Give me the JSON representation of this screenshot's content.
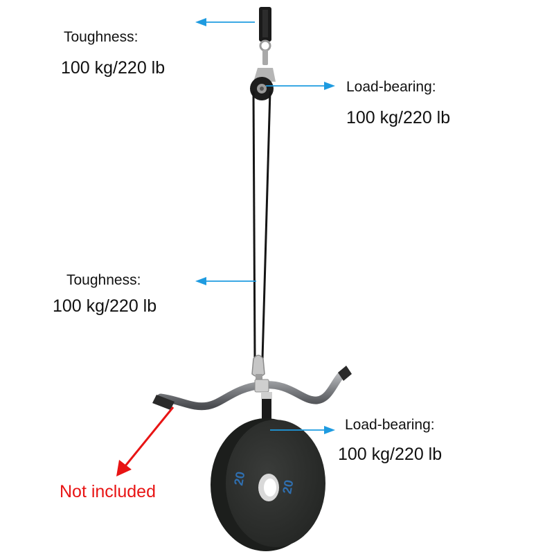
{
  "colors": {
    "callout_arrow": "#1E9BE0",
    "note_arrow": "#E81414",
    "note_text": "#E81414",
    "label_text": "#111111",
    "plate": "#2B2D2B",
    "plate_print": "#2F6FB0",
    "cable": "#151515",
    "bar_metal": "#8A8C90"
  },
  "callouts": {
    "top_strap": {
      "title": "Toughness:",
      "value": "100 kg/220 lb",
      "icon": "arrow-left-icon"
    },
    "pulley": {
      "title": "Load-bearing:",
      "value": "100 kg/220 lb",
      "icon": "arrow-right-icon"
    },
    "cable": {
      "title": "Toughness:",
      "value": "100 kg/220 lb",
      "icon": "arrow-left-icon"
    },
    "loading_strap": {
      "title": "Load-bearing:",
      "value": "100 kg/220 lb",
      "icon": "arrow-right-icon"
    }
  },
  "note": {
    "text": "Not included",
    "icon": "arrow-down-left-icon"
  },
  "plate": {
    "marking": "20"
  }
}
